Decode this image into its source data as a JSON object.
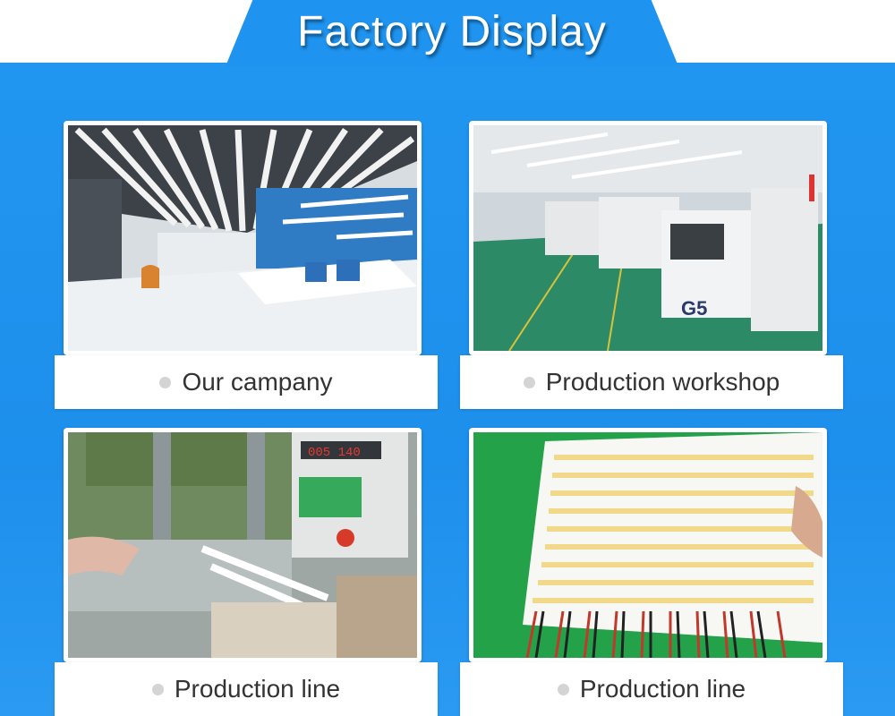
{
  "title": "Factory Display",
  "colors": {
    "panel": "#1d8fec",
    "label_bg": "#ffffff",
    "bullet": "#d4d4d4"
  },
  "cards": [
    {
      "label": "Our campany",
      "photo": "office-reception-interior"
    },
    {
      "label": "Production workshop",
      "photo": "smt-machine-workshop"
    },
    {
      "label": "Production line",
      "photo": "molding-machine-line"
    },
    {
      "label": "Production line",
      "photo": "led-strip-boards"
    }
  ]
}
